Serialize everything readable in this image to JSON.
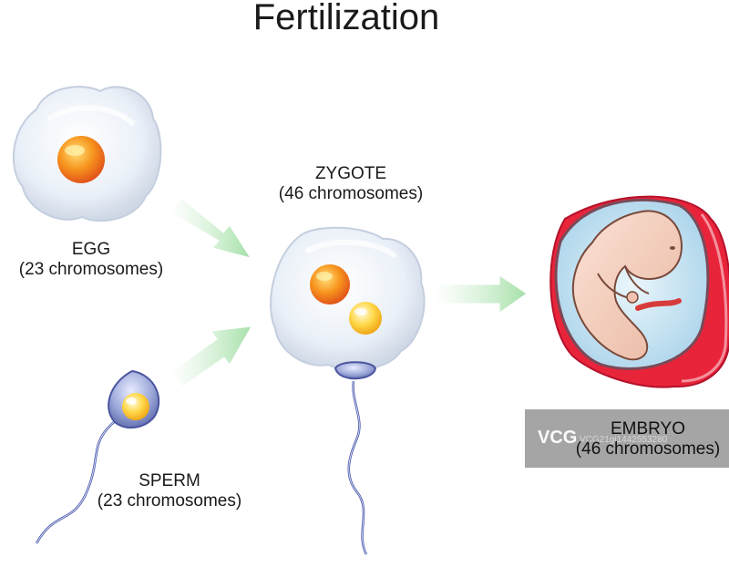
{
  "title": "Fertilization",
  "labels": {
    "egg": {
      "name": "EGG",
      "detail": "(23 chromosomes)"
    },
    "sperm": {
      "name": "SPERM",
      "detail": "(23 chromosomes)"
    },
    "zygote": {
      "name": "ZYGOTE",
      "detail": "(46 chromosomes)"
    },
    "embryo": {
      "name": "EMBRYO",
      "detail": "(46 chromosomes)"
    }
  },
  "watermark": {
    "logo": "VCG",
    "id": "VCG21gi1442553280"
  },
  "colors": {
    "cell": "#e9eff8",
    "nucleus": "#f27a1a",
    "arrow": "#b6e7b9",
    "uterus": "#e8243b",
    "fetus": "#f4ccb9"
  }
}
